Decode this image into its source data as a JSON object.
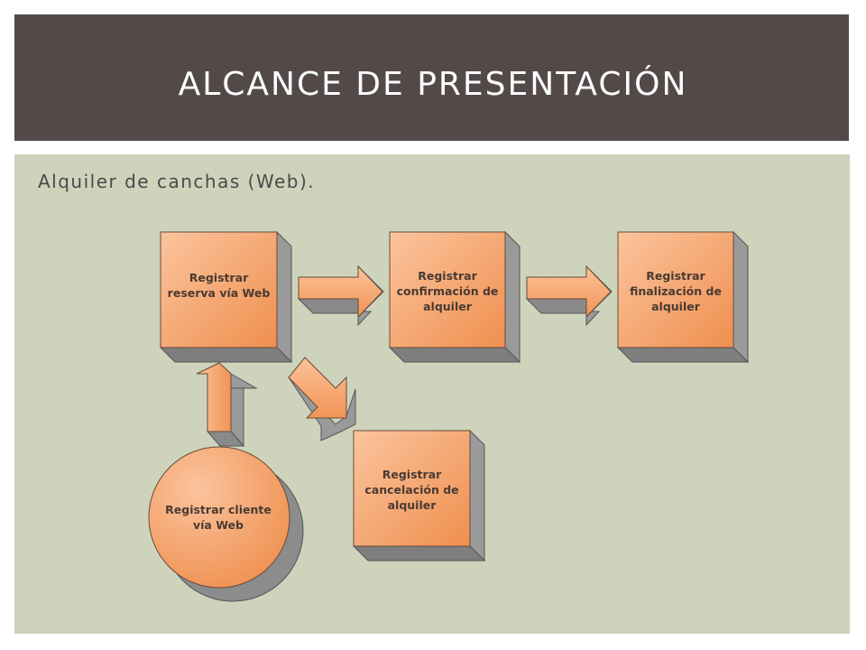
{
  "slide": {
    "title": "ALCANCE DE PRESENTACIÓN",
    "subtitle": "Alquiler de canchas (Web)."
  },
  "diagram": {
    "nodes": {
      "reserva": "Registrar reserva vía Web",
      "confirmacion": "Registrar confirmación de alquiler",
      "finalizacion": "Registrar finalización de alquiler",
      "cancelacion": "Registrar cancelación de alquiler",
      "cliente": "Registrar cliente vía Web"
    }
  },
  "colors": {
    "title_bar": "#534948",
    "content_panel": "#cdd4bb",
    "node_fill": "#f4a067",
    "node_shadow": "#8e8e8e"
  }
}
